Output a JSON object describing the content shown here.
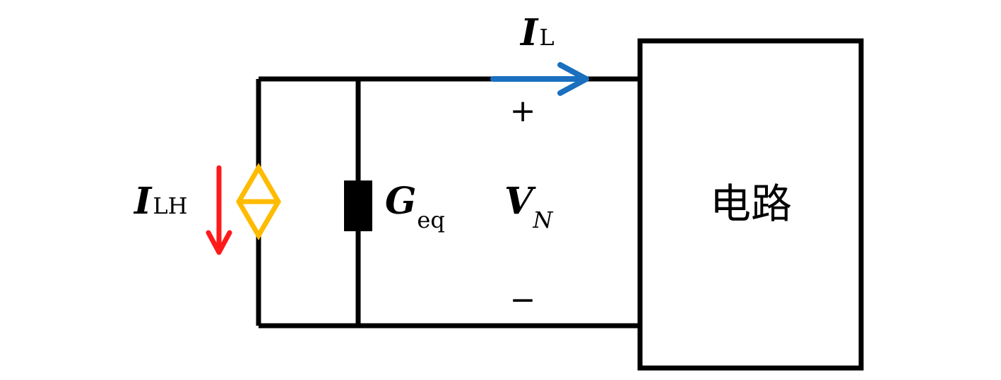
{
  "labels": {
    "load_current": {
      "symbol": "I",
      "subscript": "L"
    },
    "source_current": {
      "symbol": "I",
      "subscript": "LH"
    },
    "conductance": {
      "symbol": "G",
      "subscript": "eq"
    },
    "voltage": {
      "symbol": "V",
      "subscript": "N"
    },
    "plus_sign": "+",
    "minus_sign": "−",
    "circuit_box": "电路"
  },
  "colors": {
    "wire": "#000000",
    "load_current_arrow": "#1a6fbf",
    "source_current_arrow": "#ff1a1a",
    "current_source": "#ffbb00",
    "conductance_block": "#000000"
  }
}
